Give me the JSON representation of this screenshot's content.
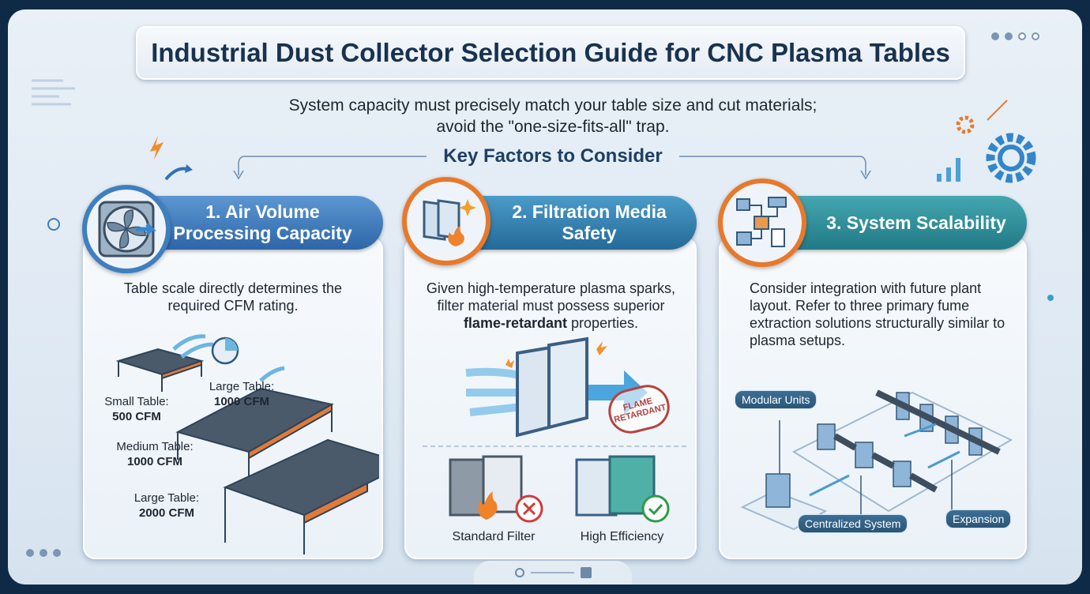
{
  "title": "Industrial Dust Collector Selection Guide for CNC Plasma Tables",
  "subtitle_line1": "System capacity must precisely match your table size and cut materials;",
  "subtitle_line2": "avoid the \"one-size-fits-all\" trap.",
  "key_factors_heading": "Key Factors to Consider",
  "cards": [
    {
      "title_line1": "1. Air Volume",
      "title_line2": "Processing Capacity",
      "icon": "fan-icon",
      "body": "Table scale directly determines the required CFM rating.",
      "tables": [
        {
          "name": "Small Table:",
          "cfm": "500 CFM"
        },
        {
          "name": "Large Table:",
          "cfm": "1000 CFM"
        },
        {
          "name": "Medium Table:",
          "cfm": "1000 CFM"
        },
        {
          "name": "Large Table:",
          "cfm": "2000 CFM"
        }
      ]
    },
    {
      "title_line1": "2. Filtration Media",
      "title_line2": "Safety",
      "icon": "filter-flame-icon",
      "body_pre": "Given high-temperature plasma sparks, filter material must possess superior",
      "body_bold": "flame-retardant",
      "body_post": "properties.",
      "stamp_line1": "FLAME",
      "stamp_line2": "RETARDANT",
      "compare": [
        {
          "label": "Standard Filter",
          "status": "rejected"
        },
        {
          "label": "High Efficiency",
          "status": "approved"
        }
      ]
    },
    {
      "title": "3. System Scalability",
      "icon": "factory-layout-icon",
      "body": "Consider integration with future plant layout. Refer to three primary fume extraction solutions structurally similar to plasma setups.",
      "tags": [
        "Modular Units",
        "Centralized System",
        "Expansion"
      ]
    }
  ],
  "colors": {
    "frame": "#0f2a47",
    "card1": "#3a78b8",
    "card2": "#2f79a8",
    "card3": "#2a8b96",
    "accent_orange": "#e8792b"
  }
}
